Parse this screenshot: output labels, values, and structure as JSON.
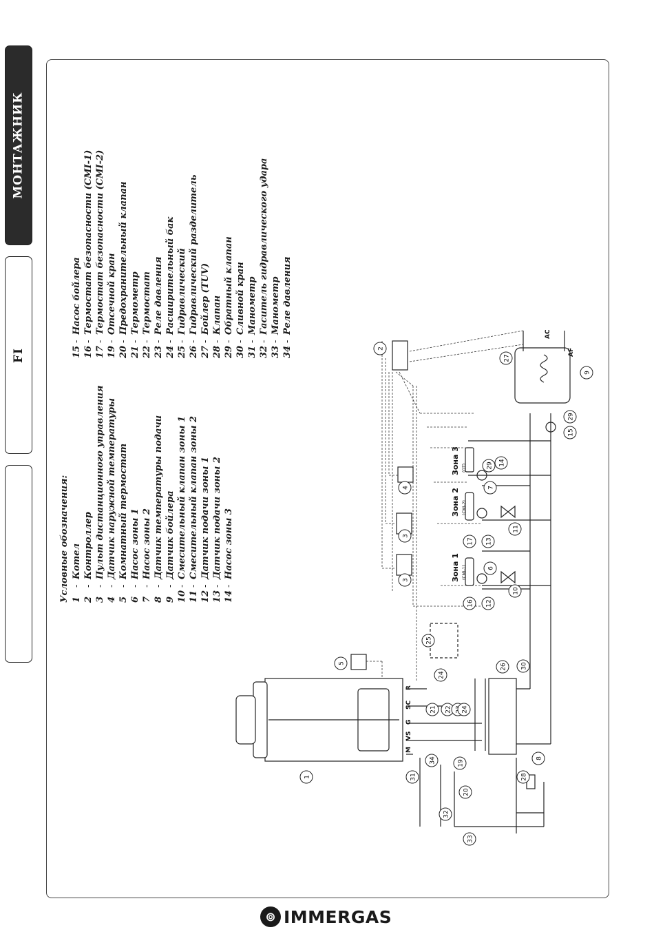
{
  "side_tabs": [
    {
      "label": "МОНТАЖНИК",
      "active": true
    },
    {
      "label": "FI",
      "active": false
    },
    {
      "label": "",
      "active": false
    }
  ],
  "legend": {
    "title": "Условные обозначения:",
    "items_left": [
      {
        "num": "1",
        "text": "Котел"
      },
      {
        "num": "2",
        "text": "Контроллер"
      },
      {
        "num": "3",
        "text": "Пульт дистанционного управления"
      },
      {
        "num": "4",
        "text": "Датчик наружной температуры"
      },
      {
        "num": "5",
        "text": "Комнатный термостат"
      },
      {
        "num": "6",
        "text": "Насос зоны 1"
      },
      {
        "num": "7",
        "text": "Насос зоны 2"
      },
      {
        "num": "8",
        "text": "Датчик температуры подачи"
      },
      {
        "num": "9",
        "text": "Датчик бойлера"
      },
      {
        "num": "10",
        "text": "Смесительный клапан зоны 1"
      },
      {
        "num": "11",
        "text": "Смесительный клапан зоны 2"
      },
      {
        "num": "12",
        "text": "Датчик подачи зоны 1"
      },
      {
        "num": "13",
        "text": "Датчик подачи зоны 2"
      },
      {
        "num": "14",
        "text": "Насос зоны 3"
      }
    ],
    "items_right": [
      {
        "num": "15",
        "text": "Насос бойлера"
      },
      {
        "num": "16",
        "text": "Термостат безопасности (СМI-1)"
      },
      {
        "num": "17",
        "text": "Термостат безопасности (СМI-2)"
      },
      {
        "num": "19",
        "text": "Отсечной кран"
      },
      {
        "num": "20",
        "text": "Предохранительный клапан"
      },
      {
        "num": "21",
        "text": "Термометр"
      },
      {
        "num": "22",
        "text": "Термостат"
      },
      {
        "num": "23",
        "text": "Реле давления"
      },
      {
        "num": "24",
        "text": "Расширительный бак"
      },
      {
        "num": "25",
        "text": "Гидравлический"
      },
      {
        "num": "26",
        "text": "Гидравлический разделитель"
      },
      {
        "num": "27",
        "text": "Бойлер (TUV)"
      },
      {
        "num": "28",
        "text": "Клапан"
      },
      {
        "num": "29",
        "text": "Обратный клапан"
      },
      {
        "num": "30",
        "text": "Сливной кран"
      },
      {
        "num": "31",
        "text": "Манометр"
      },
      {
        "num": "32",
        "text": "Гаситель гидравлического удара"
      },
      {
        "num": "33",
        "text": "Манометр"
      },
      {
        "num": "34",
        "text": "Реле давления"
      }
    ]
  },
  "diagram": {
    "zone_labels": [
      "Зона 1",
      "Зона 2",
      "Зона 3"
    ],
    "zone_sublabels": [
      "(СМI-1)",
      "(СМI-2)",
      "(ОТ)"
    ],
    "boiler_port_labels": [
      "M",
      "VS",
      "G",
      "SC",
      "R"
    ],
    "tank_labels": [
      "AC",
      "AF"
    ],
    "callouts": [
      "1",
      "2",
      "3",
      "3",
      "4",
      "5",
      "6",
      "7",
      "8",
      "9",
      "10",
      "11",
      "12",
      "13",
      "14",
      "15",
      "16",
      "17",
      "19",
      "20",
      "21",
      "22",
      "23",
      "24",
      "24",
      "25",
      "26",
      "27",
      "28",
      "29",
      "29",
      "30",
      "31",
      "32",
      "33",
      "34"
    ]
  },
  "brand": {
    "mark": "⊚",
    "name": "IMMERGAS"
  }
}
